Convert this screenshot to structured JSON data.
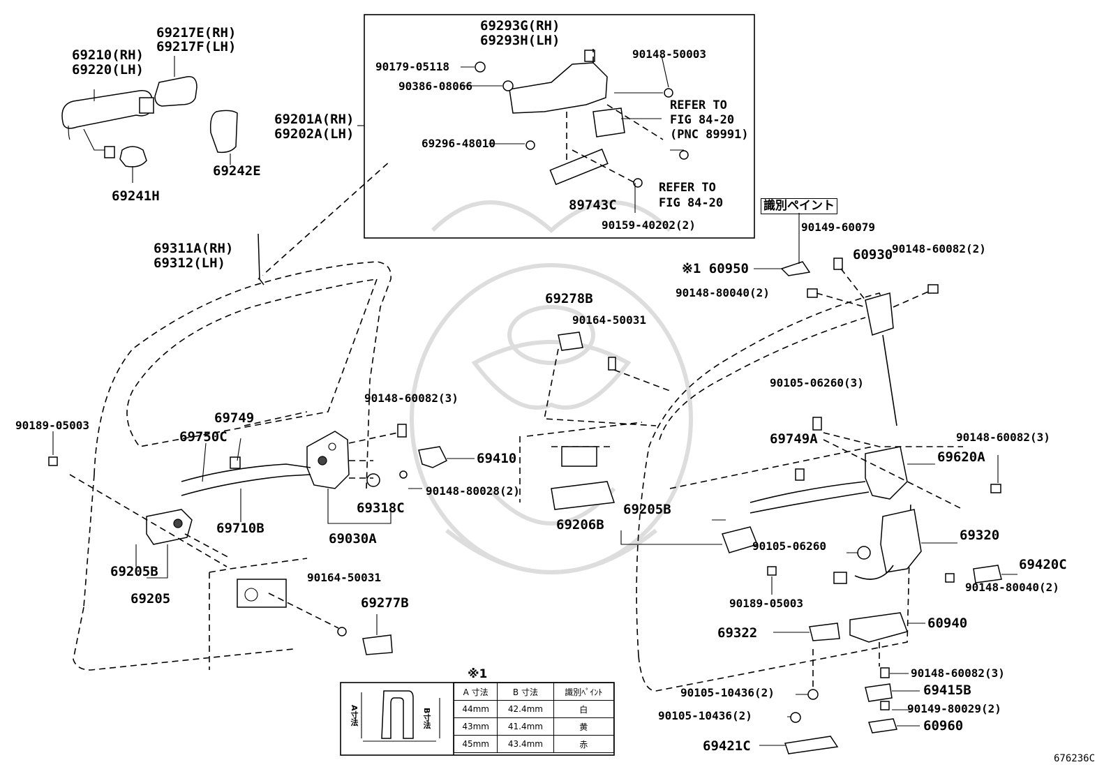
{
  "colors": {
    "line": "#000000",
    "watermark": "#dddddd",
    "background": "#ffffff"
  },
  "labels": {
    "p69217E": "69217E(RH)",
    "p69217F": "69217F(LH)",
    "p69210": "69210(RH)",
    "p69220": "69220(LH)",
    "p69242E": "69242E",
    "p69241H": "69241H",
    "p69201A": "69201A(RH)",
    "p69202A": "69202A(LH)",
    "p69293G": "69293G(RH)",
    "p69293H": "69293H(LH)",
    "p90179": "90179-05118",
    "p90386": "90386-08066",
    "p90148_50003": "90148-50003",
    "refer1a": "REFER TO",
    "refer1b": "FIG 84-20",
    "refer1c": "(PNC 89991)",
    "p69296": "69296-48010",
    "refer2a": "REFER TO",
    "refer2b": "FIG 84-20",
    "p89743C": "89743C",
    "p90159": "90159-40202(2)",
    "p69311A": "69311A(RH)",
    "p69312": "69312(LH)",
    "paintTag": "識別ペイント",
    "p90149_60079": "90149-60079",
    "p90148_60082_2": "90148-60082(2)",
    "mark60950": "※1 60950",
    "p60930": "60930",
    "p90148_80040_2a": "90148-80040(2)",
    "p69278B": "69278B",
    "p90164_50031a": "90164-50031",
    "p90105_06260_3": "90105-06260(3)",
    "p90148_60082_3a": "90148-60082(3)",
    "p90189_05003a": "90189-05003",
    "p69749": "69749",
    "p69750C": "69750C",
    "p69410": "69410",
    "p90148_80028": "90148-80028(2)",
    "p69318C": "69318C",
    "p69710B": "69710B",
    "p69030A": "69030A",
    "p69205Ba": "69205B",
    "p69205": "69205",
    "p90164_50031b": "90164-50031",
    "p69277B": "69277B",
    "p69749A": "69749A",
    "p69620A": "69620A",
    "p90148_60082_3b": "90148-60082(3)",
    "p69205Bb": "69205B",
    "p69206B": "69206B",
    "p69320": "69320",
    "p90105_06260": "90105-06260",
    "p69420C": "69420C",
    "p90148_80040_2b": "90148-80040(2)",
    "p90189_05003b": "90189-05003",
    "p69322": "69322",
    "p60940": "60940",
    "p90148_60082_3c": "90148-60082(3)",
    "p69415B": "69415B",
    "p90105_10436a": "90105-10436(2)",
    "p90105_10436b": "90105-10436(2)",
    "p90149_80029": "90149-80029(2)",
    "p60960": "60960",
    "p69421C": "69421C",
    "figNo": "676236C"
  },
  "table": {
    "caption": "※1",
    "headers": [
      "A 寸法",
      "B 寸法",
      "識別ﾍﾟｲﾝﾄ"
    ],
    "rows": [
      [
        "44mm",
        "42.4mm",
        "白"
      ],
      [
        "43mm",
        "41.4mm",
        "黄"
      ],
      [
        "45mm",
        "43.4mm",
        "赤"
      ]
    ],
    "dimA": "A寸法",
    "dimB": "B寸法"
  }
}
